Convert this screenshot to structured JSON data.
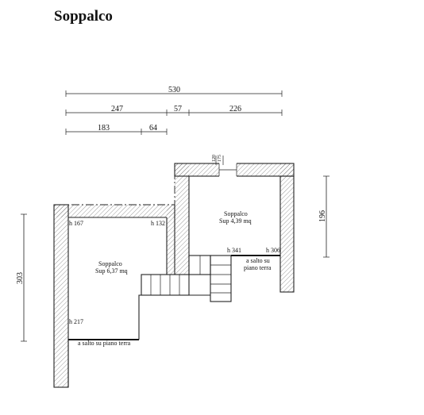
{
  "title": "Soppalco",
  "dimensions": {
    "total_width": "530",
    "segment_a": "247",
    "segment_b": "57",
    "segment_c": "226",
    "sub_a": "183",
    "sub_b": "64",
    "left_height": "303",
    "right_height": "196",
    "opening_1": "120",
    "opening_2": "175"
  },
  "rooms": {
    "left": {
      "name": "Soppalco",
      "area": "Sup 6,37 mq"
    },
    "right": {
      "name": "Soppalco",
      "area": "Sup 4,39 mq"
    }
  },
  "heights": {
    "h_left_top_left": "h 167",
    "h_left_top_right": "h 132",
    "h_left_bottom": "h 217",
    "h_right_bottom_left": "h 341",
    "h_right_bottom_right": "h 306"
  },
  "notes": {
    "left_drop": "a salto su piano terra",
    "right_drop_line1": "a salto su",
    "right_drop_line2": "piano terra"
  }
}
